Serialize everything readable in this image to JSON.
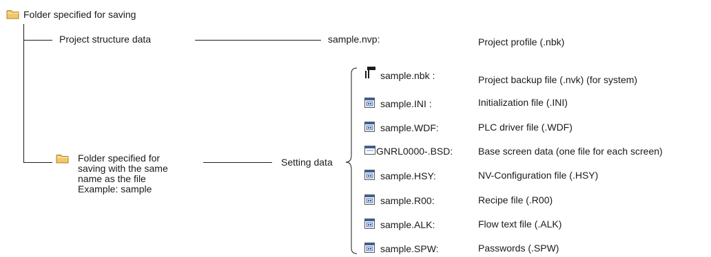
{
  "root": {
    "label": "Folder specified for saving",
    "icon": "folder-icon"
  },
  "branch1": {
    "label": "Project structure data"
  },
  "nvp": {
    "filename": "sample.nvp:",
    "description": "Project profile (.nbk)"
  },
  "branch2": {
    "label": "Folder specified for\nsaving with the same\nname as the file\nExample: sample",
    "icon": "folder-icon"
  },
  "setting": {
    "label": "Setting data"
  },
  "files": [
    {
      "filename": "sample.nbk :",
      "description": "Project backup file (.nvk) (for system)",
      "icon": "system-file-icon"
    },
    {
      "filename": "sample.INI :",
      "description": "Initialization file (.INI)",
      "icon": "file-icon"
    },
    {
      "filename": "sample.WDF:",
      "description": "PLC driver file (.WDF)",
      "icon": "file-icon"
    },
    {
      "filename": "GNRL0000-.BSD:",
      "description": "Base screen data (one file for each screen)",
      "icon": "screen-file-icon"
    },
    {
      "filename": "sample.HSY:",
      "description": "NV-Configuration file (.HSY)",
      "icon": "file-icon"
    },
    {
      "filename": "sample.R00:",
      "description": "Recipe file (.R00)",
      "icon": "file-icon"
    },
    {
      "filename": "sample.ALK:",
      "description": "Flow text file (.ALK)",
      "icon": "file-icon"
    },
    {
      "filename": "sample.SPW:",
      "description": "Passwords (.SPW)",
      "icon": "file-icon"
    }
  ],
  "colors": {
    "folder_fill": "#f2c66b",
    "folder_edge": "#b07d1e",
    "file_blue": "#3a5fa8"
  }
}
